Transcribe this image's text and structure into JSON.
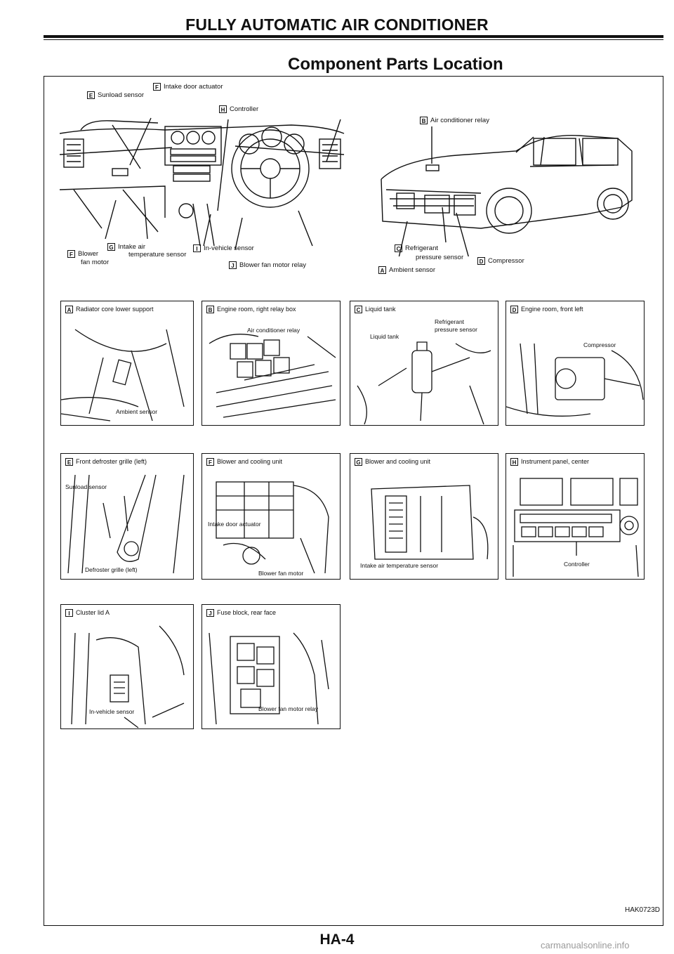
{
  "header": {
    "title": "FULLY AUTOMATIC AIR CONDITIONER"
  },
  "section": {
    "title": "Component Parts Location"
  },
  "overview": {
    "callouts": [
      {
        "tag": "E",
        "text": "Sunload sensor"
      },
      {
        "tag": "F",
        "text": "Intake door actuator"
      },
      {
        "tag": "H",
        "text": "Controller"
      },
      {
        "tag": "B",
        "text": "Air conditioner relay"
      },
      {
        "tag": "G",
        "text": "Intake air"
      },
      {
        "tag": "",
        "text": "temperature sensor"
      },
      {
        "tag": "F",
        "text": "Blower"
      },
      {
        "tag": "",
        "text": "fan motor"
      },
      {
        "tag": "I",
        "text": "In-vehicle sensor"
      },
      {
        "tag": "J",
        "text": "Blower fan motor relay"
      },
      {
        "tag": "C",
        "text": "Refrigerant"
      },
      {
        "tag": "",
        "text": "pressure sensor"
      },
      {
        "tag": "D",
        "text": "Compressor"
      },
      {
        "tag": "A",
        "text": "Ambient sensor"
      }
    ]
  },
  "panels": [
    {
      "tag": "A",
      "title": "Radiator core lower support",
      "labels": [
        "Ambient sensor"
      ]
    },
    {
      "tag": "B",
      "title": "Engine room, right relay box",
      "labels": [
        "Air conditioner relay"
      ]
    },
    {
      "tag": "C",
      "title": "Liquid tank",
      "labels": [
        "Refrigerant",
        "pressure sensor",
        "Liquid tank"
      ]
    },
    {
      "tag": "D",
      "title": "Engine room, front left",
      "labels": [
        "Compressor"
      ]
    },
    {
      "tag": "E",
      "title": "Front defroster grille (left)",
      "labels": [
        "Sunload sensor",
        "Defroster grille (left)"
      ]
    },
    {
      "tag": "F",
      "title": "Blower and cooling unit",
      "labels": [
        "Intake door actuator",
        "Blower fan motor"
      ]
    },
    {
      "tag": "G",
      "title": "Blower and cooling unit",
      "labels": [
        "Intake air temperature sensor"
      ]
    },
    {
      "tag": "H",
      "title": "Instrument panel, center",
      "labels": [
        "Controller"
      ]
    },
    {
      "tag": "I",
      "title": "Cluster lid A",
      "labels": [
        "In-vehicle sensor"
      ]
    },
    {
      "tag": "J",
      "title": "Fuse block, rear face",
      "labels": [
        "Blower fan motor relay"
      ]
    }
  ],
  "figure_code": "HAK0723D",
  "page_number": "HA-4",
  "watermark": "carmanualsonline.info"
}
